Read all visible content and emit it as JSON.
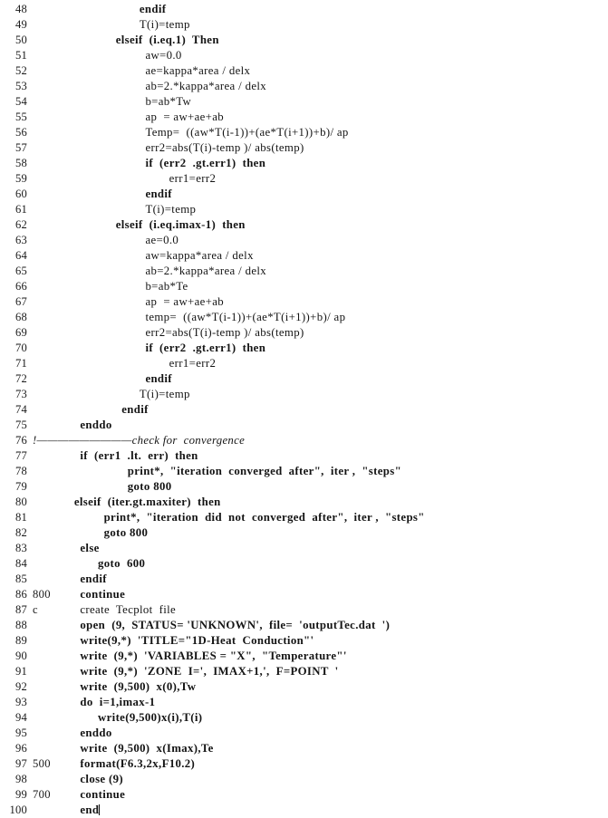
{
  "document": {
    "kind": "source-code-listing",
    "language": "Fortran",
    "first_line_number": 48,
    "last_line_number": 100,
    "background_color": "#ffffff",
    "text_color": "#141414",
    "caret_visible": true,
    "caret_line": 100
  },
  "lines": [
    {
      "no": "48",
      "label": "",
      "indent": 18,
      "bold": true,
      "italic": false,
      "text": "endif"
    },
    {
      "no": "49",
      "label": "",
      "indent": 18,
      "bold": false,
      "italic": false,
      "text": "T(i)=temp"
    },
    {
      "no": "50",
      "label": "",
      "indent": 14,
      "bold": true,
      "italic": false,
      "text": "elseif  (i.eq.1)  Then"
    },
    {
      "no": "51",
      "label": "",
      "indent": 19,
      "bold": false,
      "italic": false,
      "text": "aw=0.0"
    },
    {
      "no": "52",
      "label": "",
      "indent": 19,
      "bold": false,
      "italic": false,
      "text": "ae=kappa*area / delx"
    },
    {
      "no": "53",
      "label": "",
      "indent": 19,
      "bold": false,
      "italic": false,
      "text": "ab=2.*kappa*area / delx"
    },
    {
      "no": "54",
      "label": "",
      "indent": 19,
      "bold": false,
      "italic": false,
      "text": "b=ab*Tw"
    },
    {
      "no": "55",
      "label": "",
      "indent": 19,
      "bold": false,
      "italic": false,
      "text": "ap  = aw+ae+ab"
    },
    {
      "no": "56",
      "label": "",
      "indent": 19,
      "bold": false,
      "italic": false,
      "text": "Temp=  ((aw*T(i-1))+(ae*T(i+1))+b)/ ap"
    },
    {
      "no": "57",
      "label": "",
      "indent": 19,
      "bold": false,
      "italic": false,
      "text": "err2=abs(T(i)-temp )/ abs(temp)"
    },
    {
      "no": "58",
      "label": "",
      "indent": 19,
      "bold": true,
      "italic": false,
      "text": "if  (err2  .gt.err1)  then"
    },
    {
      "no": "59",
      "label": "",
      "indent": 23,
      "bold": false,
      "italic": false,
      "text": "err1=err2"
    },
    {
      "no": "60",
      "label": "",
      "indent": 19,
      "bold": true,
      "italic": false,
      "text": "endif"
    },
    {
      "no": "61",
      "label": "",
      "indent": 19,
      "bold": false,
      "italic": false,
      "text": "T(i)=temp"
    },
    {
      "no": "62",
      "label": "",
      "indent": 14,
      "bold": true,
      "italic": false,
      "text": "elseif  (i.eq.imax-1)  then"
    },
    {
      "no": "63",
      "label": "",
      "indent": 19,
      "bold": false,
      "italic": false,
      "text": "ae=0.0"
    },
    {
      "no": "64",
      "label": "",
      "indent": 19,
      "bold": false,
      "italic": false,
      "text": "aw=kappa*area / delx"
    },
    {
      "no": "65",
      "label": "",
      "indent": 19,
      "bold": false,
      "italic": false,
      "text": "ab=2.*kappa*area / delx"
    },
    {
      "no": "66",
      "label": "",
      "indent": 19,
      "bold": false,
      "italic": false,
      "text": "b=ab*Te"
    },
    {
      "no": "67",
      "label": "",
      "indent": 19,
      "bold": false,
      "italic": false,
      "text": "ap  = aw+ae+ab"
    },
    {
      "no": "68",
      "label": "",
      "indent": 19,
      "bold": false,
      "italic": false,
      "text": "temp=  ((aw*T(i-1))+(ae*T(i+1))+b)/ ap"
    },
    {
      "no": "69",
      "label": "",
      "indent": 19,
      "bold": false,
      "italic": false,
      "text": "err2=abs(T(i)-temp )/ abs(temp)"
    },
    {
      "no": "70",
      "label": "",
      "indent": 19,
      "bold": true,
      "italic": false,
      "text": "if  (err2  .gt.err1)  then"
    },
    {
      "no": "71",
      "label": "",
      "indent": 23,
      "bold": false,
      "italic": false,
      "text": "err1=err2"
    },
    {
      "no": "72",
      "label": "",
      "indent": 19,
      "bold": true,
      "italic": false,
      "text": "endif"
    },
    {
      "no": "73",
      "label": "",
      "indent": 18,
      "bold": false,
      "italic": false,
      "text": "T(i)=temp"
    },
    {
      "no": "74",
      "label": "",
      "indent": 15,
      "bold": true,
      "italic": false,
      "text": "endif"
    },
    {
      "no": "75",
      "label": "",
      "indent": 8,
      "bold": true,
      "italic": false,
      "text": "enddo"
    },
    {
      "no": "76",
      "label": "",
      "indent": 0,
      "bold": false,
      "italic": true,
      "text": "!—————————check for  convergence"
    },
    {
      "no": "77",
      "label": "",
      "indent": 8,
      "bold": true,
      "italic": false,
      "text": "if  (err1  .lt.  err)  then"
    },
    {
      "no": "78",
      "label": "",
      "indent": 16,
      "bold": true,
      "italic": false,
      "text": "print*,  \"iteration  converged  after\",  iter ,  \"steps\""
    },
    {
      "no": "79",
      "label": "",
      "indent": 16,
      "bold": true,
      "italic": false,
      "text": "goto 800"
    },
    {
      "no": "80",
      "label": "",
      "indent": 7,
      "bold": true,
      "italic": false,
      "text": "elseif  (iter.gt.maxiter)  then"
    },
    {
      "no": "81",
      "label": "",
      "indent": 12,
      "bold": true,
      "italic": false,
      "text": "print*,  \"iteration  did  not  converged  after\",  iter ,  \"steps\""
    },
    {
      "no": "82",
      "label": "",
      "indent": 12,
      "bold": true,
      "italic": false,
      "text": "goto 800"
    },
    {
      "no": "83",
      "label": "",
      "indent": 8,
      "bold": true,
      "italic": false,
      "text": "else"
    },
    {
      "no": "84",
      "label": "",
      "indent": 11,
      "bold": true,
      "italic": false,
      "text": "goto  600"
    },
    {
      "no": "85",
      "label": "",
      "indent": 8,
      "bold": true,
      "italic": false,
      "text": "endif"
    },
    {
      "no": "86",
      "label": "800",
      "indent": 8,
      "bold": true,
      "italic": false,
      "text": "continue"
    },
    {
      "no": "87",
      "label": "c",
      "indent": 8,
      "bold": false,
      "italic": false,
      "text": "create  Tecplot  file"
    },
    {
      "no": "88",
      "label": "",
      "indent": 8,
      "bold": true,
      "italic": false,
      "text": "open  (9,  STATUS= 'UNKNOWN',  file=  'outputTec.dat  ')"
    },
    {
      "no": "89",
      "label": "",
      "indent": 8,
      "bold": true,
      "italic": false,
      "text": "write(9,*)  'TITLE=\"1D-Heat  Conduction\"'"
    },
    {
      "no": "90",
      "label": "",
      "indent": 8,
      "bold": true,
      "italic": false,
      "text": "write  (9,*)  'VARIABLES = \"X\",  \"Temperature\"'"
    },
    {
      "no": "91",
      "label": "",
      "indent": 8,
      "bold": true,
      "italic": false,
      "text": "write  (9,*)  'ZONE  I=',  IMAX+1,',  F=POINT  '"
    },
    {
      "no": "92",
      "label": "",
      "indent": 8,
      "bold": true,
      "italic": false,
      "text": "write  (9,500)  x(0),Tw"
    },
    {
      "no": "93",
      "label": "",
      "indent": 8,
      "bold": true,
      "italic": false,
      "text": "do  i=1,imax-1"
    },
    {
      "no": "94",
      "label": "",
      "indent": 11,
      "bold": true,
      "italic": false,
      "text": "write(9,500)x(i),T(i)"
    },
    {
      "no": "95",
      "label": "",
      "indent": 8,
      "bold": true,
      "italic": false,
      "text": "enddo"
    },
    {
      "no": "96",
      "label": "",
      "indent": 8,
      "bold": true,
      "italic": false,
      "text": "write  (9,500)  x(Imax),Te"
    },
    {
      "no": "97",
      "label": "500",
      "indent": 8,
      "bold": true,
      "italic": false,
      "text": "format(F6.3,2x,F10.2)"
    },
    {
      "no": "98",
      "label": "",
      "indent": 8,
      "bold": true,
      "italic": false,
      "text": "close (9)"
    },
    {
      "no": "99",
      "label": "700",
      "indent": 8,
      "bold": true,
      "italic": false,
      "text": "continue"
    },
    {
      "no": "100",
      "label": "",
      "indent": 8,
      "bold": true,
      "italic": false,
      "text": "end"
    }
  ]
}
